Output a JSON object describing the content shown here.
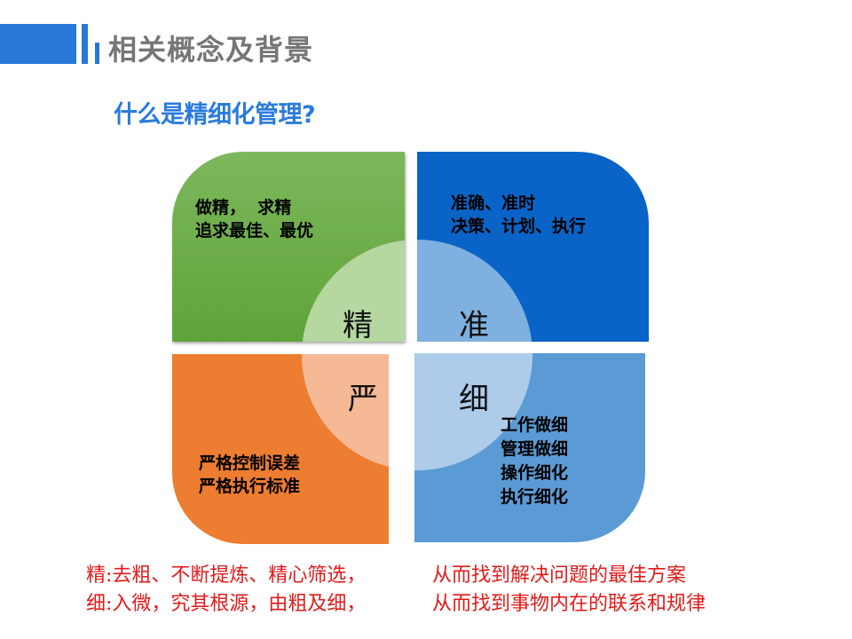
{
  "header": {
    "title": "相关概念及背景",
    "accent_color": "#2878d8"
  },
  "subtitle": "什么是精细化管理?",
  "diagram": {
    "quadrants": [
      {
        "id": "jing",
        "color": "#6aab45",
        "highlight_color": "#b5d7a0",
        "center_char": "精",
        "text": "做精，  求精\n追求最佳、最优"
      },
      {
        "id": "zhun",
        "color": "#0a63c6",
        "highlight_color": "#7eb0e0",
        "center_char": "准",
        "text": "准确、准时\n决策、计划、执行"
      },
      {
        "id": "yan",
        "color": "#ed7d31",
        "highlight_color": "#f5b996",
        "center_char": "严",
        "text": "严格控制误差\n严格执行标准"
      },
      {
        "id": "xi",
        "color": "#5b9bd5",
        "highlight_color": "#aecbea",
        "center_char": "细",
        "text": "工作做细\n管理做细\n操作细化\n执行细化"
      }
    ]
  },
  "notes": {
    "color": "#e31a1a",
    "lines": [
      {
        "left": "精:去粗、不断提炼、精心筛选，",
        "right": "从而找到解决问题的最佳方案"
      },
      {
        "left": "细:入微，究其根源，由粗及细，",
        "right": "从而找到事物内在的联系和规律"
      }
    ]
  }
}
